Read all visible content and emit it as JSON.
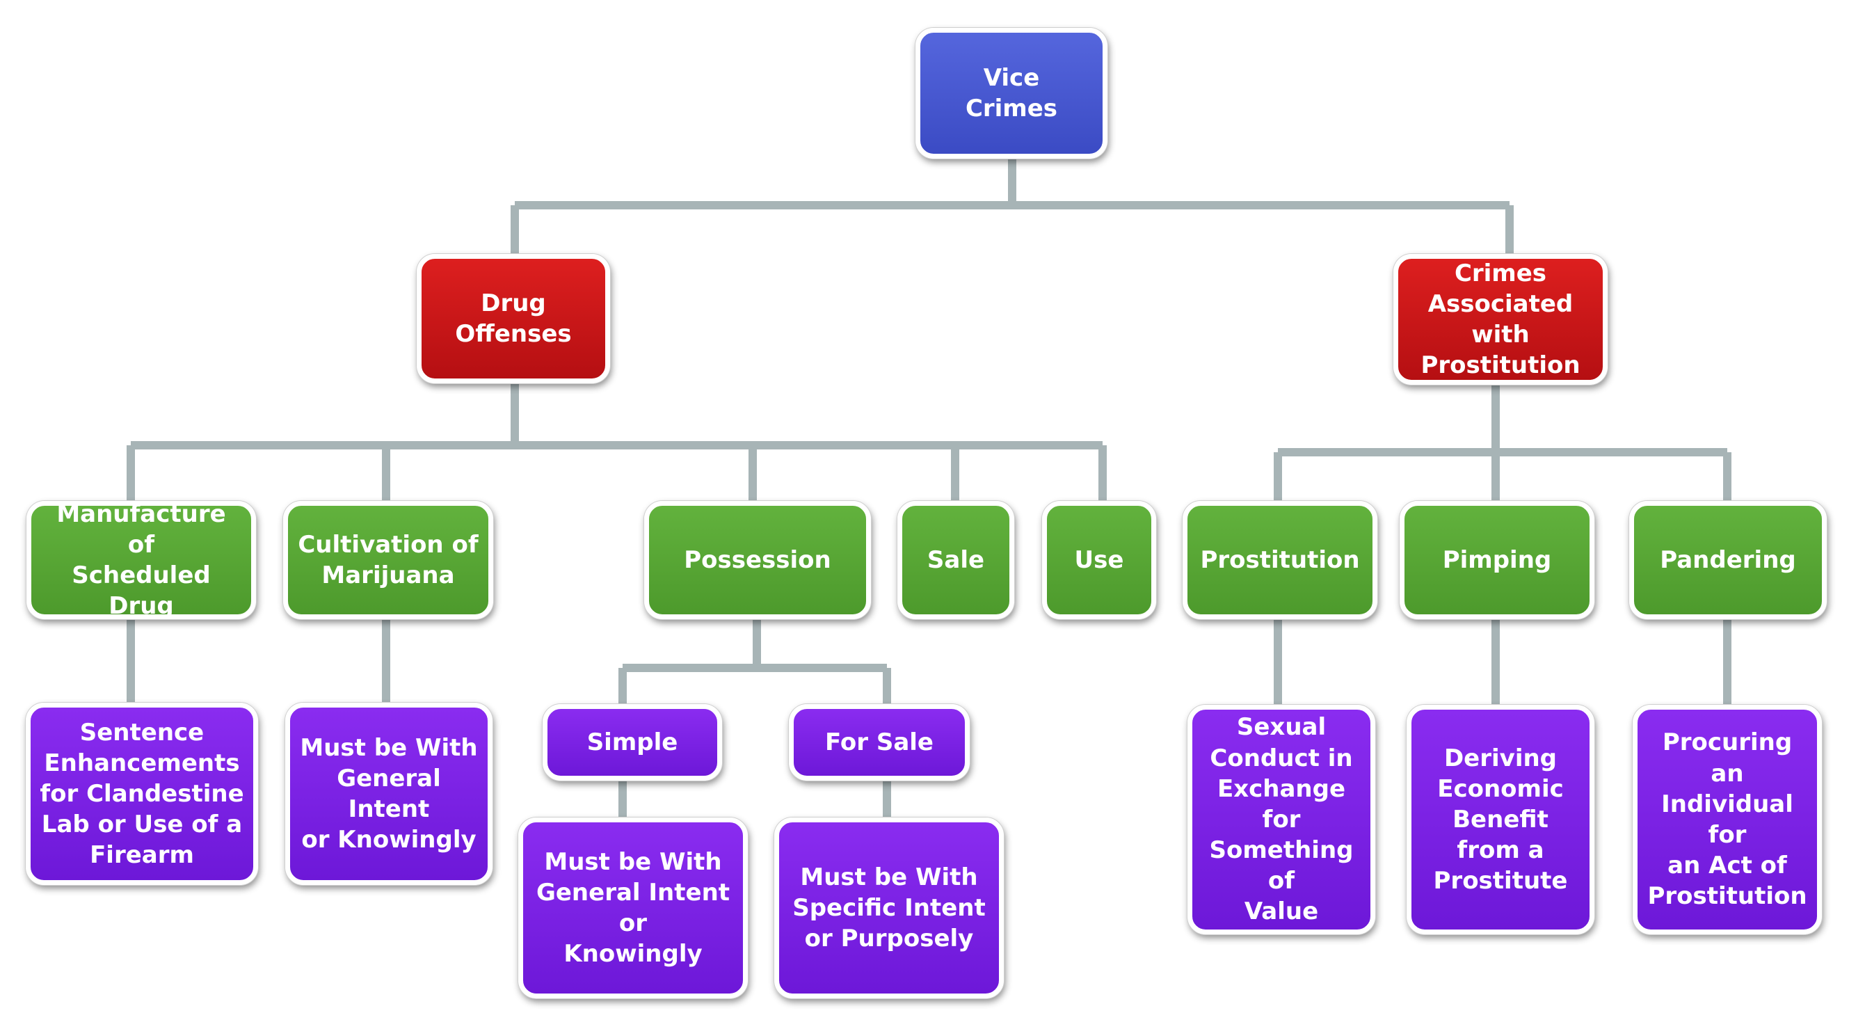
{
  "colors": {
    "root": "#4757d1",
    "category": "#cc1616",
    "offense": "#58a634",
    "detail": "#7b22e6",
    "connector": "#a7b4b6"
  },
  "root": {
    "label": "Vice\nCrimes"
  },
  "categories": {
    "drug": {
      "label": "Drug\nOffenses"
    },
    "prostitution": {
      "label": "Crimes\nAssociated with\nProstitution"
    }
  },
  "offenses": {
    "manufacture": {
      "label": "Manufacture of\nScheduled Drug"
    },
    "cultivation": {
      "label": "Cultivation of\nMarijuana"
    },
    "possession": {
      "label": "Possession"
    },
    "sale": {
      "label": "Sale"
    },
    "use": {
      "label": "Use"
    },
    "prostitution": {
      "label": "Prostitution"
    },
    "pimping": {
      "label": "Pimping"
    },
    "pandering": {
      "label": "Pandering"
    }
  },
  "possession_types": {
    "simple": {
      "label": "Simple"
    },
    "for_sale": {
      "label": "For Sale"
    }
  },
  "details": {
    "manufacture": {
      "label": "Sentence\nEnhancements\nfor Clandestine\nLab or Use of a\nFirearm"
    },
    "cultivation": {
      "label": "Must be With\nGeneral Intent\nor Knowingly"
    },
    "simple": {
      "label": "Must be With\nGeneral Intent or\nKnowingly"
    },
    "for_sale": {
      "label": "Must be With\nSpecific Intent\nor Purposely"
    },
    "prostitution": {
      "label": "Sexual\nConduct in\nExchange for\nSomething of\nValue"
    },
    "pimping": {
      "label": "Deriving\nEconomic\nBenefit\nfrom a\nProstitute"
    },
    "pandering": {
      "label": "Procuring an\nIndividual for\nan Act of\nProstitution"
    }
  }
}
